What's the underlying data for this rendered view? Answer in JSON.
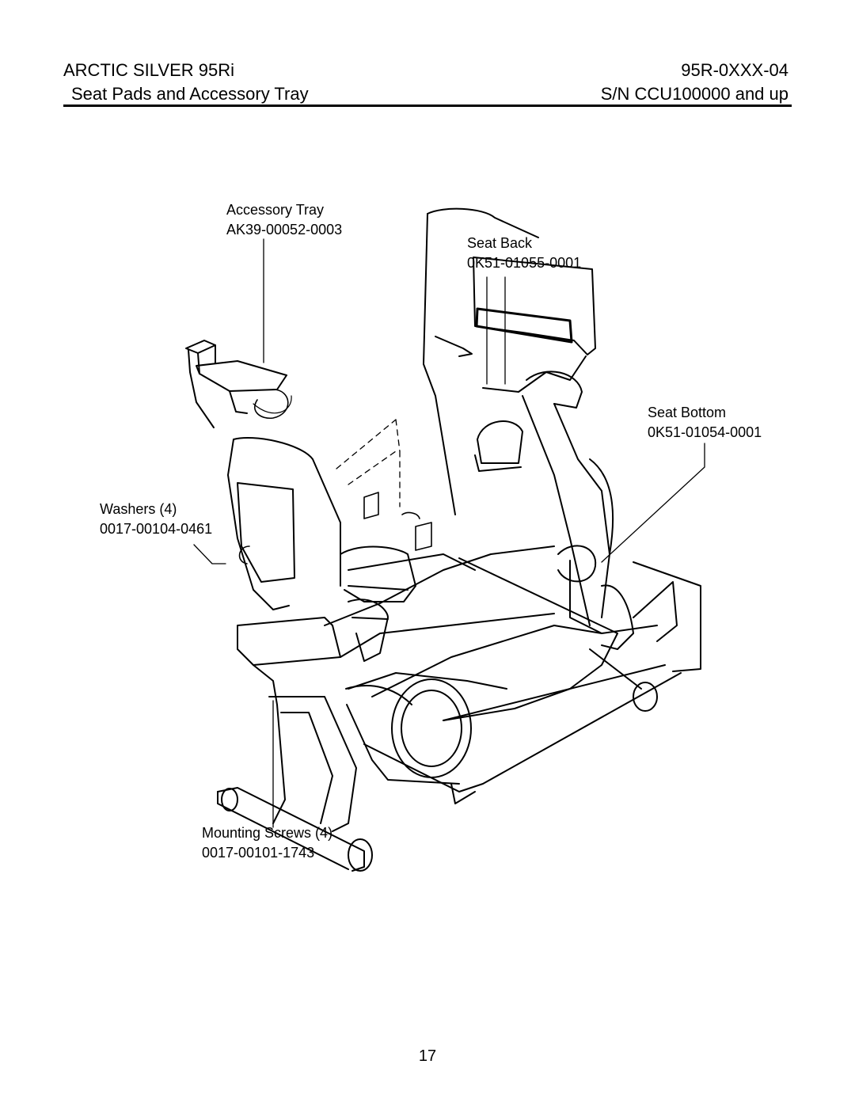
{
  "header": {
    "model": "ARCTIC SILVER 95Ri",
    "doc_code": "95R-0XXX-04",
    "section_title": "Seat Pads and Accessory Tray",
    "serial_range": "S/N CCU100000 and up"
  },
  "callouts": {
    "accessory_tray": {
      "name": "Accessory Tray",
      "part": "AK39-00052-0003"
    },
    "seat_back": {
      "name": "Seat Back",
      "part": "0K51-01055-0001"
    },
    "seat_bottom": {
      "name": "Seat Bottom",
      "part": "0K51-01054-0001"
    },
    "washers": {
      "name": "Washers (4)",
      "part": "0017-00104-0461"
    },
    "mounting_screws": {
      "name": "Mounting Screws (4)",
      "part": "0017-00101-1743"
    }
  },
  "page_number": "17"
}
